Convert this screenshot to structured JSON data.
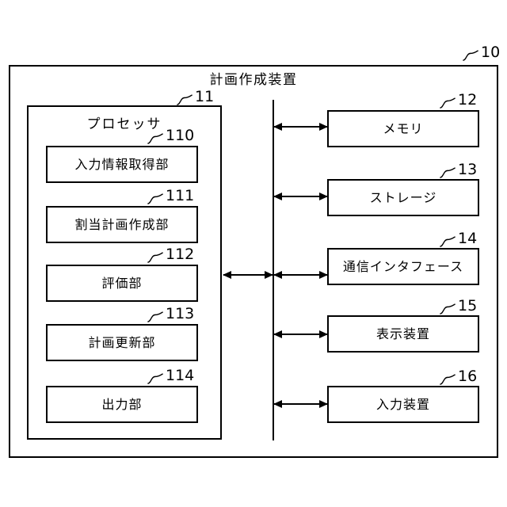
{
  "figure": {
    "type": "patent-block-diagram",
    "language": "ja",
    "device": {
      "title": "計画作成装置",
      "ref": "10"
    },
    "processor": {
      "label": "プロセッサ",
      "ref": "11",
      "units": [
        {
          "label": "入力情報取得部",
          "ref": "110"
        },
        {
          "label": "割当計画作成部",
          "ref": "111"
        },
        {
          "label": "評価部",
          "ref": "112"
        },
        {
          "label": "計画更新部",
          "ref": "113"
        },
        {
          "label": "出力部",
          "ref": "114"
        }
      ]
    },
    "peripherals": [
      {
        "label": "メモリ",
        "ref": "12"
      },
      {
        "label": "ストレージ",
        "ref": "13"
      },
      {
        "label": "通信インタフェース",
        "ref": "14"
      },
      {
        "label": "表示装置",
        "ref": "15"
      },
      {
        "label": "入力装置",
        "ref": "16"
      }
    ],
    "bus": {
      "name": "bus-line",
      "connections": [
        "processor",
        "メモリ",
        "ストレージ",
        "通信インタフェース",
        "表示装置",
        "入力装置"
      ]
    },
    "colors": {
      "line": "#000000",
      "background": "#ffffff",
      "text": "#000000"
    }
  }
}
